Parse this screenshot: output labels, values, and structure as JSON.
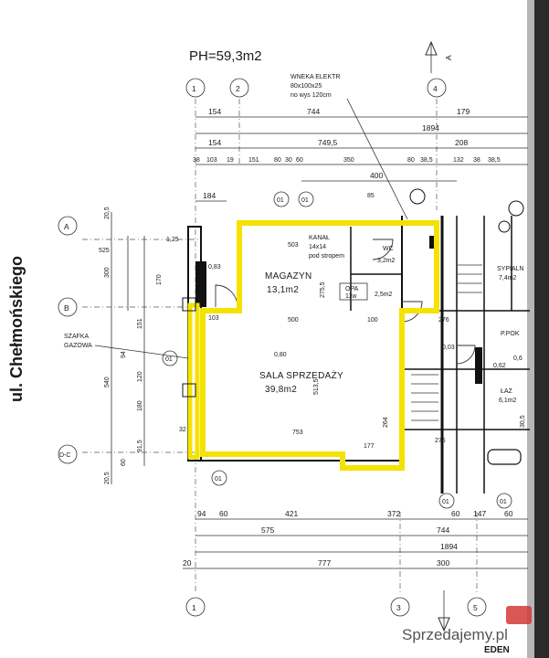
{
  "title": "PH=59,3m2",
  "street": "ul. Chełmońskiego",
  "highlight_color": "#f4e200",
  "axes": {
    "top": [
      "1",
      "2",
      "4",
      "A"
    ],
    "bottom": [
      "1",
      "3",
      "5"
    ],
    "left": [
      "A",
      "B",
      "D-C"
    ],
    "markers": [
      "01",
      "01",
      "01",
      "01",
      "01",
      "01"
    ]
  },
  "annotations": {
    "wneka_line1": "WNEKA ELEKTR",
    "wneka_line2": "80x100x25",
    "wneka_line3": "no wys 120cm",
    "kanal_line1": "KANAŁ",
    "kanal_line2": "14x14",
    "kanal_line3": "pod stropem",
    "opa_line1": "OPA",
    "opa_line2": "11w",
    "szafka_line1": "SZAFKA",
    "szafka_line2": "GAZOWA"
  },
  "rooms": [
    {
      "name": "MAGAZYN",
      "area": "13,1m2"
    },
    {
      "name": "SALA SPRZEDAŻY",
      "area": "39,8m2"
    },
    {
      "name": "WC",
      "area": "3,2m2"
    },
    {
      "name": "",
      "area": "2,5m2"
    },
    {
      "name": "SYPIALN",
      "area": "7,4m2"
    },
    {
      "name": "ŁAZ",
      "area": "6,1m2"
    },
    {
      "name": "P.POK",
      "area": ""
    }
  ],
  "dims_top": {
    "row1": [
      "154",
      "744",
      "179"
    ],
    "row2": [
      "1894"
    ],
    "row3": [
      "154",
      "749,5",
      "208"
    ],
    "row4": [
      "38",
      "103",
      "19",
      "151",
      "80",
      "30",
      "60",
      "350",
      "80",
      "38,5",
      "132",
      "38",
      "38,5"
    ],
    "row5": [
      "400"
    ],
    "row6": [
      "184"
    ]
  },
  "dims_bottom": {
    "row1": [
      "94",
      "60",
      "421",
      "372",
      "60",
      "147",
      "60"
    ],
    "row2": [
      "575",
      "744"
    ],
    "row3": [
      "1894"
    ],
    "row4": [
      "20",
      "777",
      "300"
    ]
  },
  "dims_left": [
    "20,5",
    "525",
    "300",
    "170",
    "151",
    "94",
    "540",
    "120",
    "180",
    "60",
    "91,5",
    "20,5"
  ],
  "dims_inner": [
    "503",
    "500",
    "100",
    "753",
    "177",
    "276",
    "276",
    "513,5",
    "264",
    "275,5",
    "0,80",
    "0,83",
    "0,03",
    "1,25",
    "32",
    "103",
    "85",
    "0,62",
    "0,6",
    "30,5"
  ],
  "watermark": "Sprzedajemy.pl",
  "brand": "EDEN"
}
